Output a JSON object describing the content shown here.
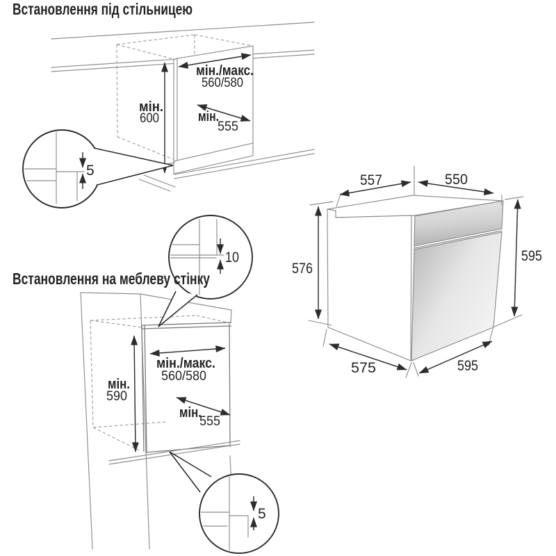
{
  "titles": {
    "undercounter": "Встановлення під стільницею",
    "wall_unit": "Встановлення на меблеву стінку"
  },
  "undercounter": {
    "width_label": "мін./макс.",
    "width_value": "560/580",
    "height_label": "мін.",
    "height_value": "600",
    "depth_label": "мін.",
    "depth_value": "555",
    "base_gap": "5"
  },
  "wall_unit": {
    "width_label": "мін./макс.",
    "width_value": "560/580",
    "height_label": "мін.",
    "height_value": "590",
    "depth_label": "мін.",
    "depth_value": "555",
    "base_gap": "5",
    "top_gap": "10"
  },
  "oven": {
    "top_depth": "557",
    "top_width": "550",
    "side_height": "576",
    "front_height": "595",
    "bottom_depth": "575",
    "bottom_width": "595"
  },
  "colors": {
    "outline": "#8c8c8c",
    "dimension": "#2c2c2c",
    "text": "#232323",
    "door_light": "#f4f4f4",
    "door_dark": "#b9b9b9"
  }
}
